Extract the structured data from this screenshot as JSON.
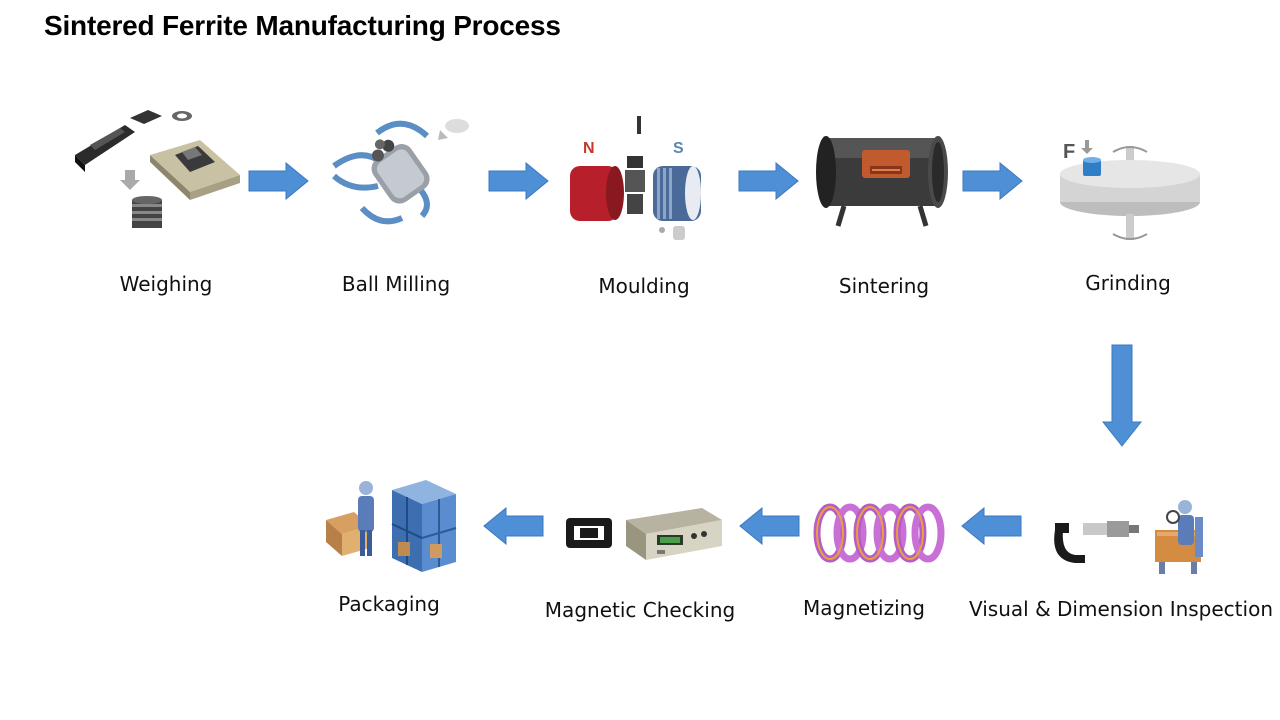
{
  "title": "Sintered Ferrite Manufacturing Process",
  "steps": [
    {
      "label": "Weighing",
      "icon": "weighing-illustration"
    },
    {
      "label": "Ball Milling",
      "icon": "ball-mill-illustration"
    },
    {
      "label": "Moulding",
      "icon": "magnetic-press-illustration"
    },
    {
      "label": "Sintering",
      "icon": "kiln-illustration"
    },
    {
      "label": "Grinding",
      "icon": "grinding-wheel-illustration"
    },
    {
      "label": "Visual & Dimension Inspection",
      "icon": "micrometer-inspection-illustration"
    },
    {
      "label": "Magnetizing",
      "icon": "coil-illustration"
    },
    {
      "label": "Magnetic Checking",
      "icon": "gaussmeter-illustration"
    },
    {
      "label": "Packaging",
      "icon": "packing-illustration"
    }
  ],
  "illustration_text": {
    "north": "N",
    "south": "S",
    "force": "F"
  },
  "colors": {
    "arrow": "#4f8fd6",
    "arrow_edge": "#3a78c0"
  }
}
